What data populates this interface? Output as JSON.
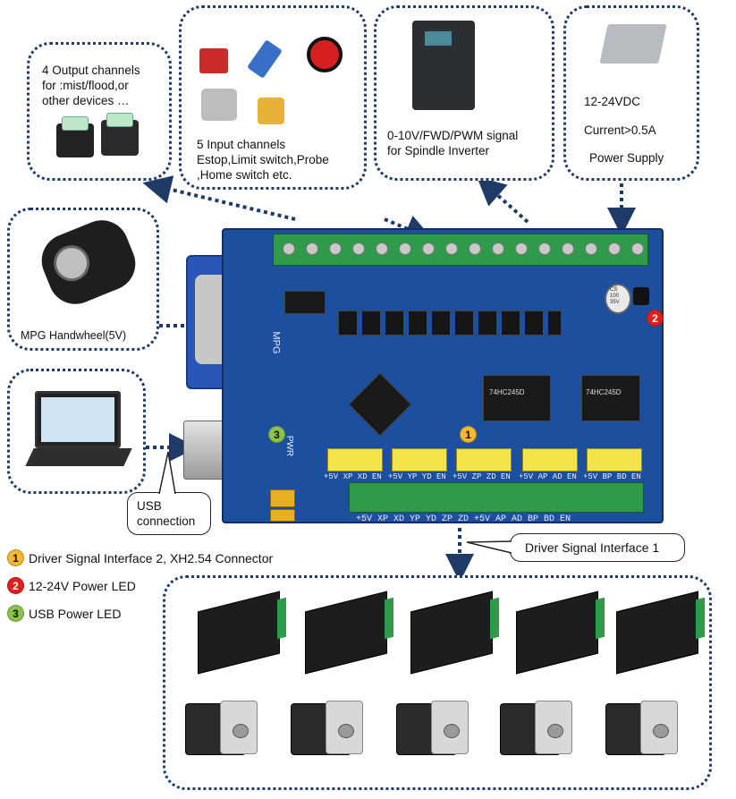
{
  "output_box": {
    "line1": "4 Output channels",
    "line2": "for :mist/flood,or",
    "line3": "other devices …"
  },
  "input_box": {
    "line1": "5 Input channels",
    "line2": "Estop,Limit switch,Probe",
    "line3": ",Home switch etc."
  },
  "spindle_box": {
    "line1": "0-10V/FWD/PWM    signal",
    "line2": "for Spindle Inverter"
  },
  "power_box": {
    "line1": "12-24VDC",
    "line2": "Current>0.5A",
    "line3": "Power Supply"
  },
  "mpg_box": {
    "label": "MPG Handwheel(5V)"
  },
  "usb_callout": {
    "line1": "USB",
    "line2": "connection"
  },
  "driver_callout": {
    "label": "Driver Signal Interface 1"
  },
  "board": {
    "mpg_silk": "MPG",
    "pwr_silk": "PWR",
    "cap_label": "CS\n100\n35V",
    "bottom_pins": "+5V  XP  XD  YP  YD  ZP  ZD  +5V  AP  AD  BP  BD  EN",
    "xh_pins": [
      "+5V XP XD EN",
      "+5V YP YD EN",
      "+5V ZP ZD EN",
      "+5V AP AD EN",
      "+5V BP BD EN"
    ],
    "chip1": "74HC245D",
    "chip2": "74HC245D"
  },
  "legend": [
    {
      "num": "1",
      "text": "Driver Signal Interface 2, XH2.54 Connector",
      "color": "#f5b82e"
    },
    {
      "num": "2",
      "text": "12-24V Power LED",
      "color": "#e0201d"
    },
    {
      "num": "3",
      "text": "USB Power LED",
      "color": "#8bc34a"
    }
  ],
  "markers": [
    {
      "num": "1",
      "color": "#f5b82e"
    },
    {
      "num": "2",
      "color": "#e0201d"
    },
    {
      "num": "3",
      "color": "#8bc34a"
    }
  ],
  "colors": {
    "dotted_border": "#1f3a66",
    "board": "#1c4f9e",
    "terminal": "#2f9a4a",
    "xh": "#f4e44a"
  }
}
